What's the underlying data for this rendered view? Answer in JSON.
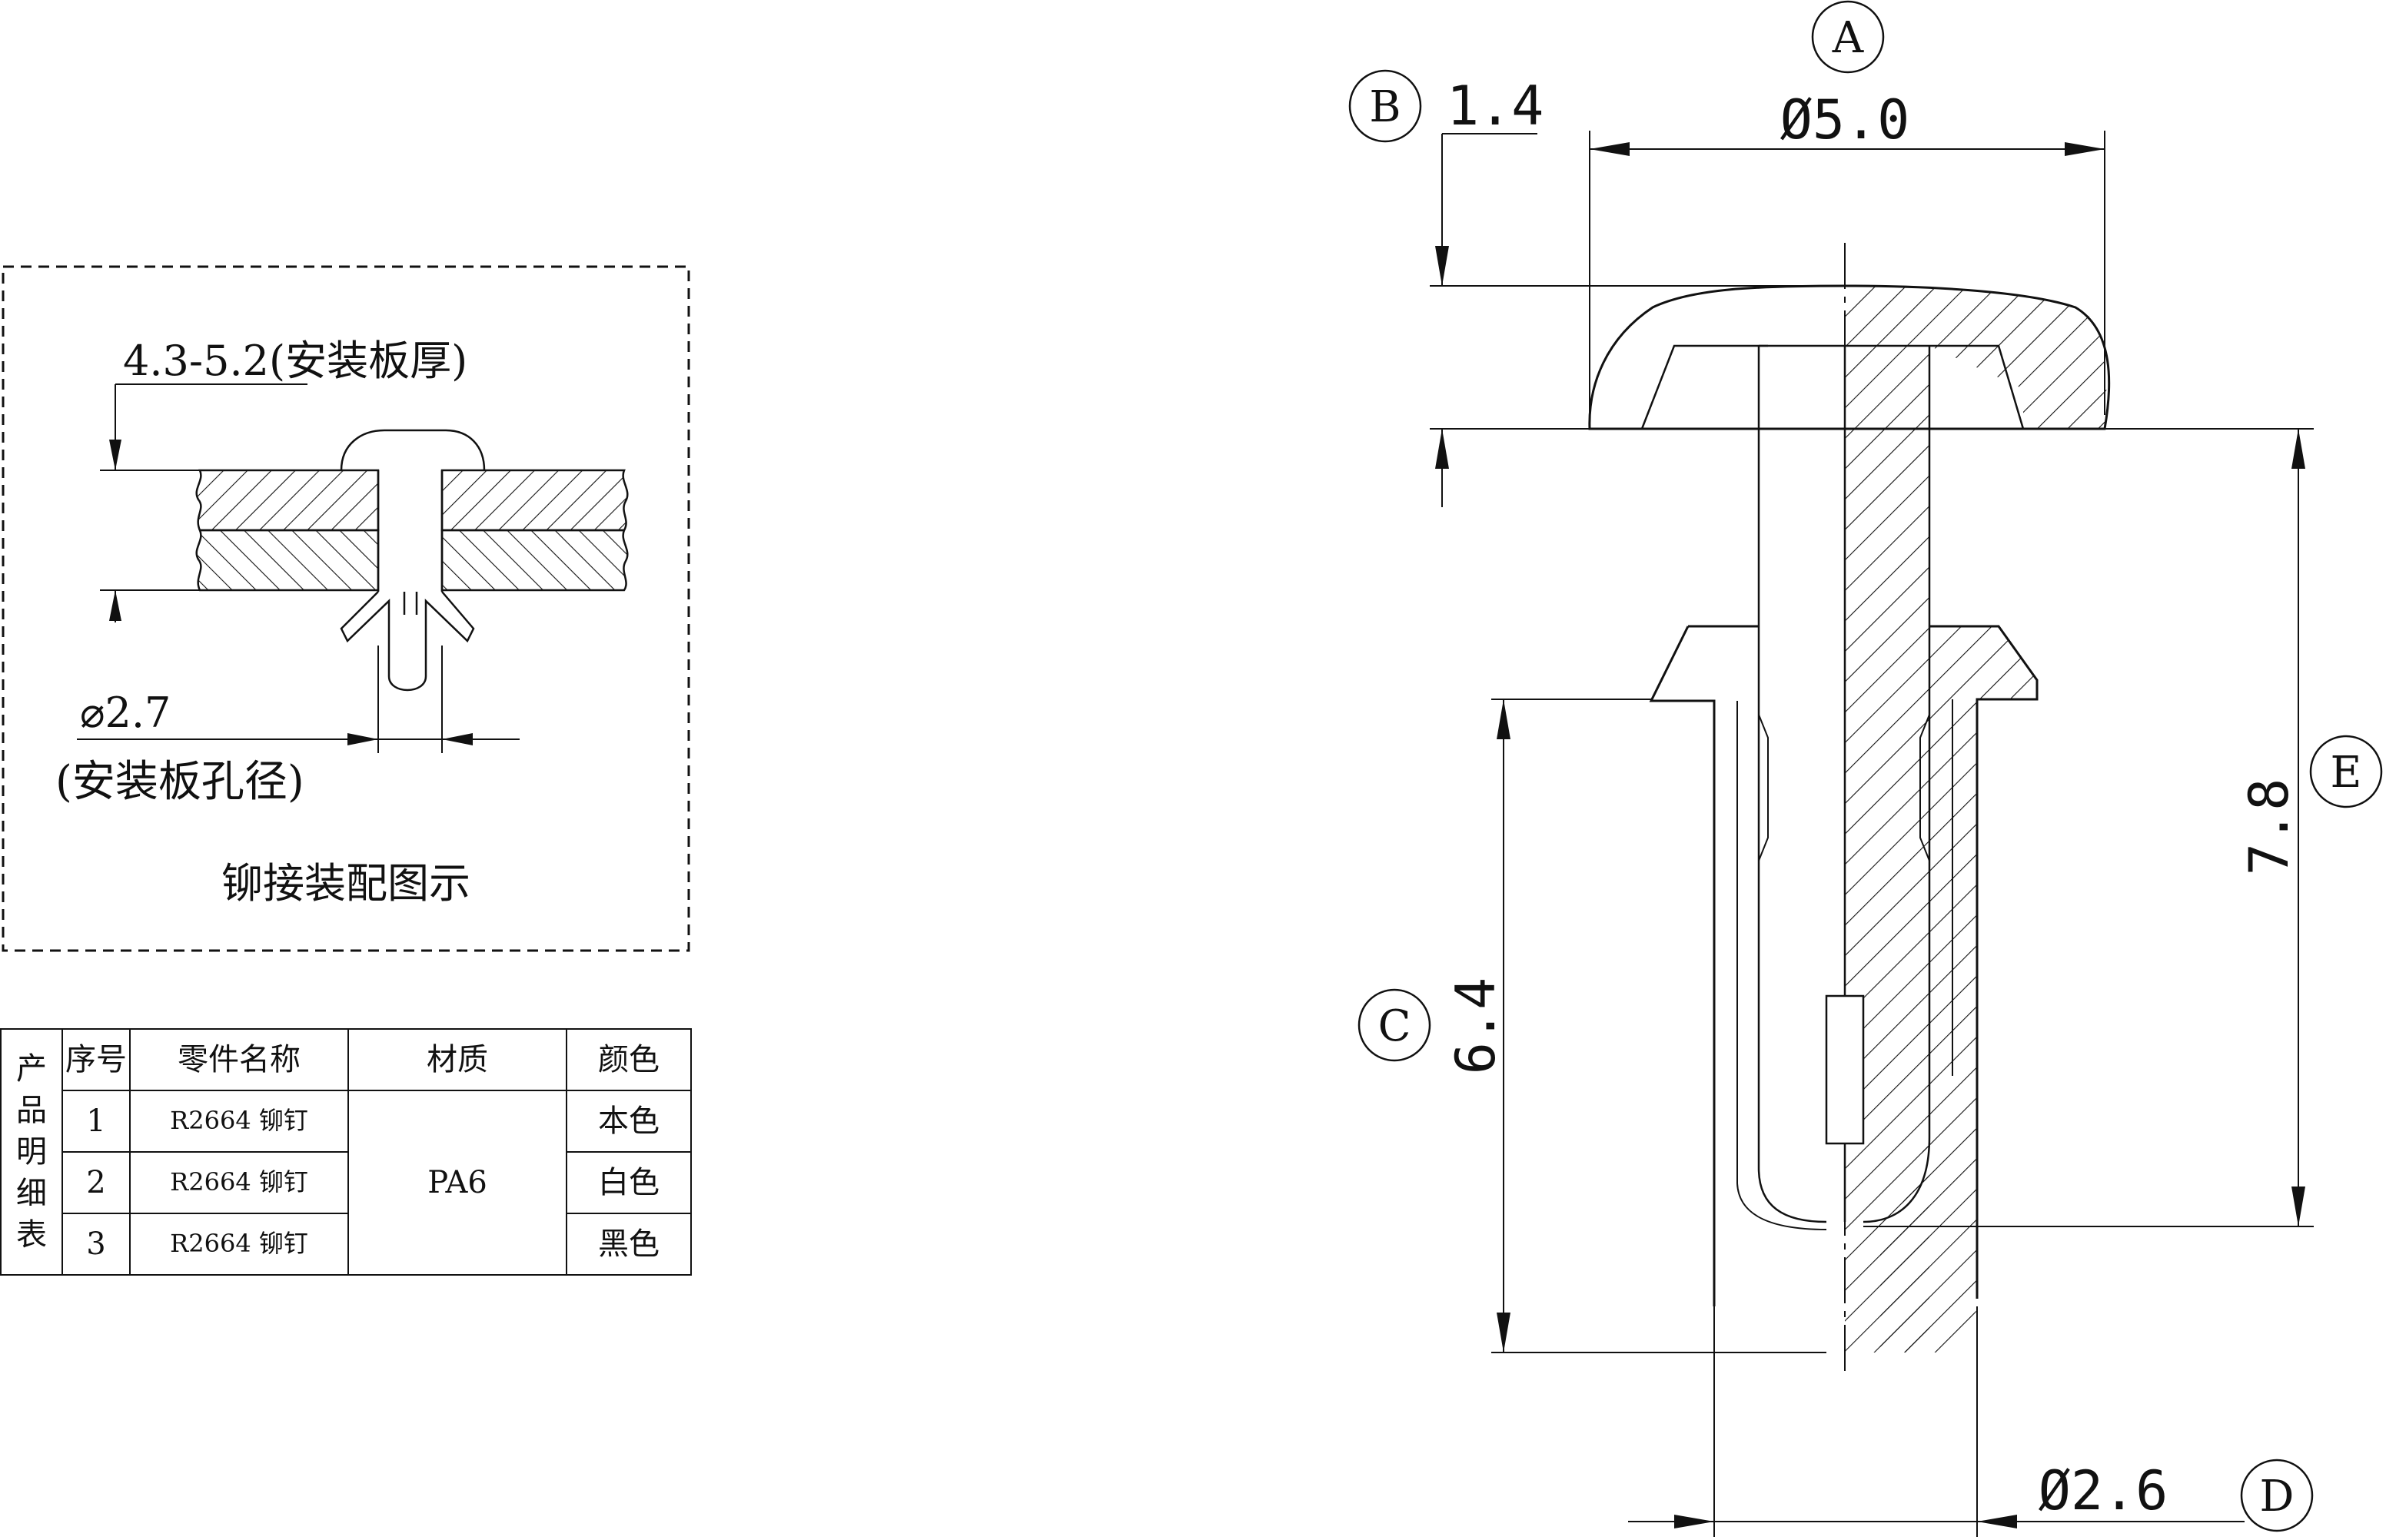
{
  "assembly_view": {
    "panel_thickness_label": "4.3-5.2(安装板厚)",
    "hole_diameter_label": "⌀2.7",
    "hole_diameter_note": "(安装板孔径)",
    "caption": "铆接装配图示"
  },
  "part_view": {
    "callouts": {
      "a": "A",
      "b": "B",
      "c": "C",
      "d": "D",
      "e": "E"
    },
    "dimensions": {
      "head_diameter": "Ø5.0",
      "head_height": "1.4",
      "body_length": "6.4",
      "overall_length": "7.8",
      "shank_diameter": "Ø2.6"
    }
  },
  "parts_table": {
    "title_chars": [
      "产",
      "品",
      "明",
      "细",
      "表"
    ],
    "headers": {
      "index": "序号",
      "name": "零件名称",
      "material": "材质",
      "color": "颜色"
    },
    "material": "PA6",
    "rows": [
      {
        "index": "1",
        "name": "R2664 铆钉",
        "color": "本色"
      },
      {
        "index": "2",
        "name": "R2664 铆钉",
        "color": "白色"
      },
      {
        "index": "3",
        "name": "R2664 铆钉",
        "color": "黑色"
      }
    ]
  }
}
